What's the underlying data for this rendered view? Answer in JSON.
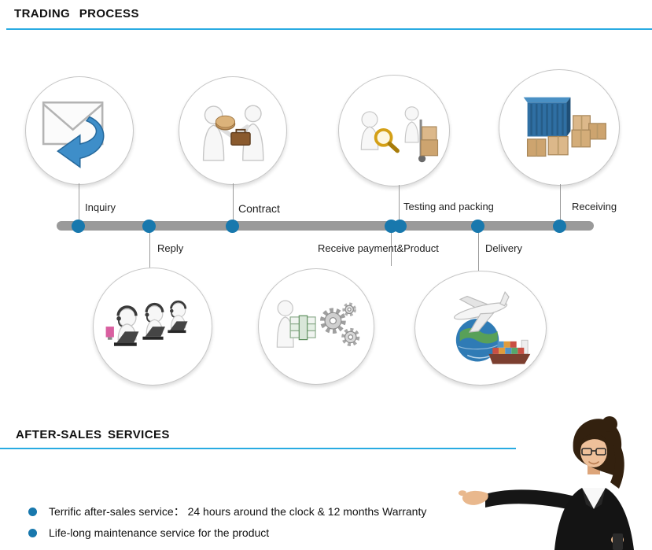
{
  "trading_section": {
    "title": "TRADING PROCESS"
  },
  "timeline": {
    "top_steps": [
      {
        "label": "Inquiry",
        "icon": "inquiry-envelope-icon"
      },
      {
        "label": "Contract",
        "icon": "contract-handshake-icon"
      },
      {
        "label": "Testing and packing",
        "icon": "testing-packing-icon"
      },
      {
        "label": "Receiving",
        "icon": "receiving-container-icon"
      }
    ],
    "bottom_steps": [
      {
        "label": "Reply",
        "icon": "reply-support-team-icon"
      },
      {
        "label": "Receive payment&Product",
        "icon": "payment-product-icon"
      },
      {
        "label": "Delivery",
        "icon": "delivery-plane-ship-icon"
      }
    ]
  },
  "after_sales_section": {
    "title": "AFTER-SALES SERVICES",
    "bullets": [
      "Terrific after-sales service：  24 hours around the clock & 12 months Warranty",
      "Life-long maintenance service for the product"
    ]
  },
  "colors": {
    "accent_blue": "#29abe2",
    "dot_blue": "#1878ad",
    "bar_gray": "#9a9a9a"
  }
}
